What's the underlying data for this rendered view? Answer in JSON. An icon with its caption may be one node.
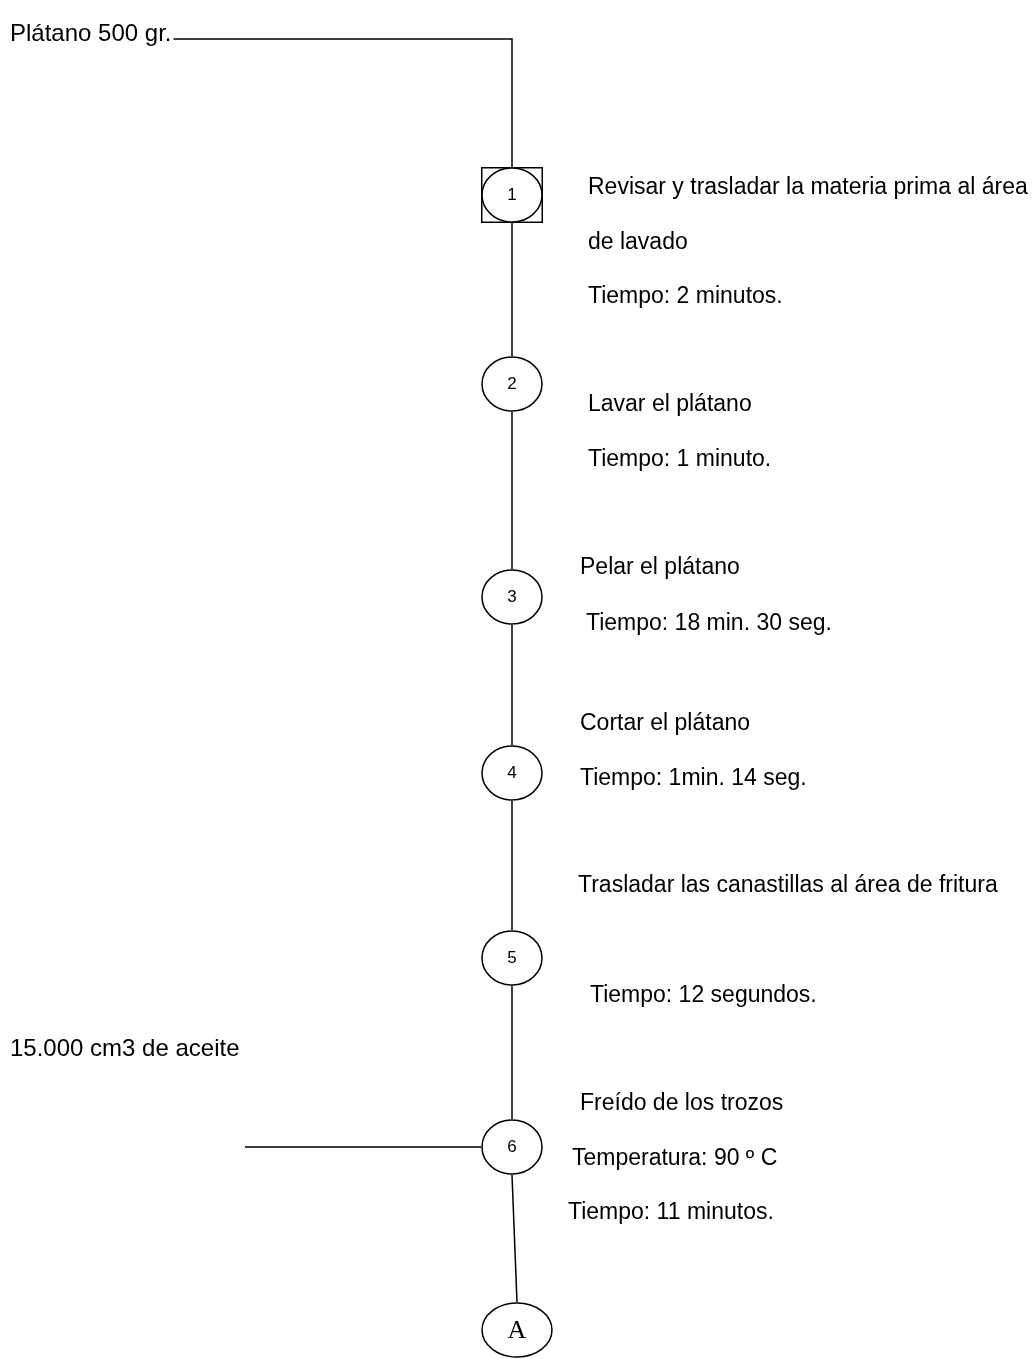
{
  "diagram": {
    "nodes": [
      {
        "text": [
          "Plátano 500 gr."
        ]
      },
      {
        "text": [
          "1"
        ],
        "beside": [
          "Revisar y trasladar la materia prima al área de lavado",
          "Tiempo: 2 minutos."
        ]
      },
      {
        "text": [
          "2"
        ],
        "beside": [
          "Lavar el plátano",
          "Tiempo: 1 minuto."
        ]
      },
      {
        "text": [
          "3"
        ],
        "beside": [
          "Pelar el plátano",
          "Tiempo: 18 min. 30 seg."
        ]
      },
      {
        "text": [
          "4"
        ],
        "beside": [
          "Cortar el plátano",
          "Tiempo: 1min. 14 seg."
        ]
      },
      {
        "text": [
          "5"
        ],
        "beside": [
          "Trasladar las canastillas al área de fritura",
          "Tiempo: 12 segundos."
        ]
      },
      {
        "text": [
          "6"
        ],
        "beside": [
          "Freído de los trozos",
          "Temperatura: 90 º C",
          "Tiempo: 11 minutos."
        ]
      },
      {
        "text": [
          "A"
        ]
      }
    ],
    "edges": [
      {
        "from": 0,
        "to": 1,
        "arrow": "none"
      },
      {
        "from": 1,
        "to": 2,
        "arrow": "none"
      },
      {
        "from": 2,
        "to": 3,
        "arrow": "none"
      },
      {
        "from": 3,
        "to": 4,
        "arrow": "none"
      },
      {
        "from": 4,
        "to": 5,
        "arrow": "none"
      },
      {
        "from": 5,
        "to": 6,
        "arrow": "none"
      },
      {
        "from": null,
        "to": 6,
        "arrow": "none"
      },
      {
        "from": 6,
        "to": 7,
        "arrow": "none"
      }
    ],
    "labels": [
      "15.000 cm3 de aceite"
    ]
  }
}
